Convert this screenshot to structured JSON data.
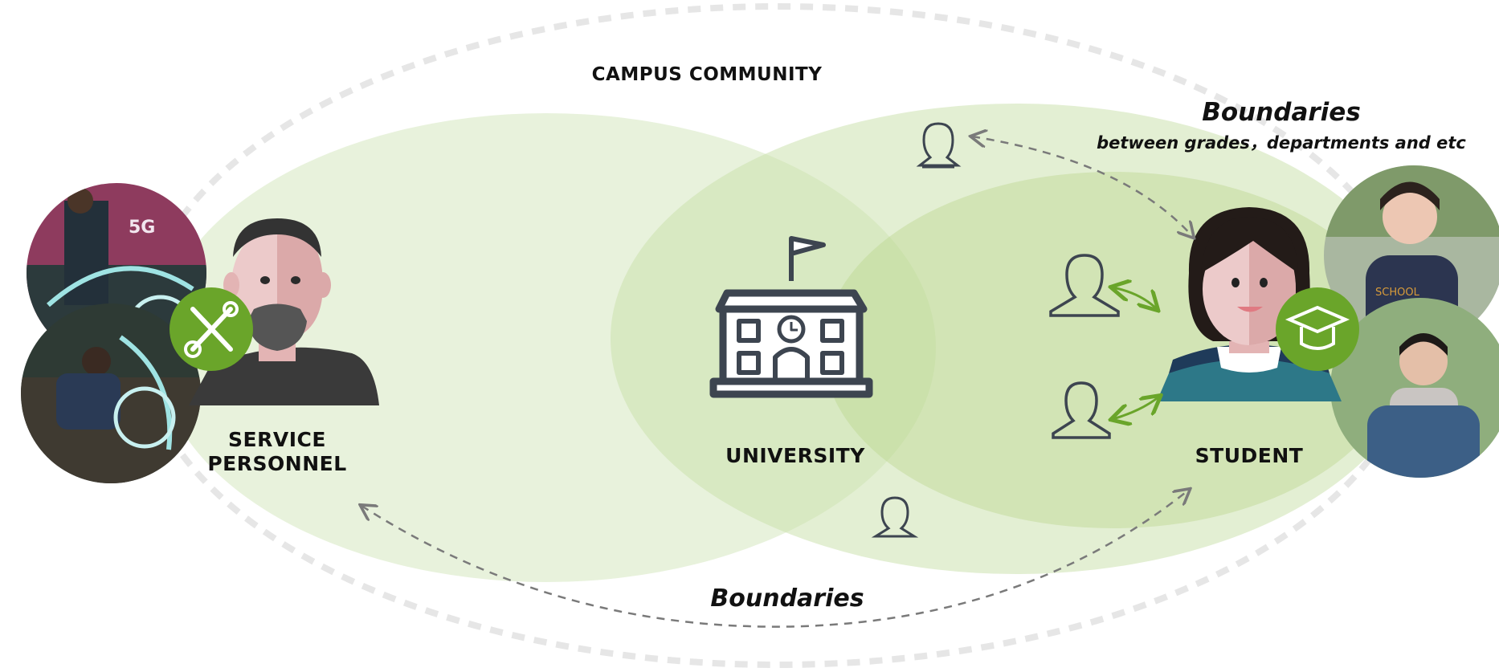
{
  "diagram": {
    "title": "CAMPUS COMMUNITY",
    "nodes": {
      "service": {
        "label_line1": "SERVICE",
        "label_line2": "PERSONNEL",
        "badge_icon": "wrench-screwdriver-icon"
      },
      "university": {
        "label": "UNIVERSITY",
        "icon": "school-building-icon"
      },
      "student": {
        "label": "STUDENT",
        "badge_icon": "graduation-cap-icon"
      }
    },
    "boundaries_top": {
      "title": "Boundaries",
      "subtitle": "between grades，departments and etc"
    },
    "boundaries_bottom": {
      "title": "Boundaries"
    },
    "colors": {
      "ellipse_light": "#e4efd4",
      "ellipse_mid": "#d2e5b8",
      "badge_green": "#6aa52a",
      "arrow_gray": "#7a7a7a",
      "arrow_green": "#6aa52a",
      "icon_outline": "#3d4550",
      "outer_dashes": "#e6e6e6"
    }
  }
}
